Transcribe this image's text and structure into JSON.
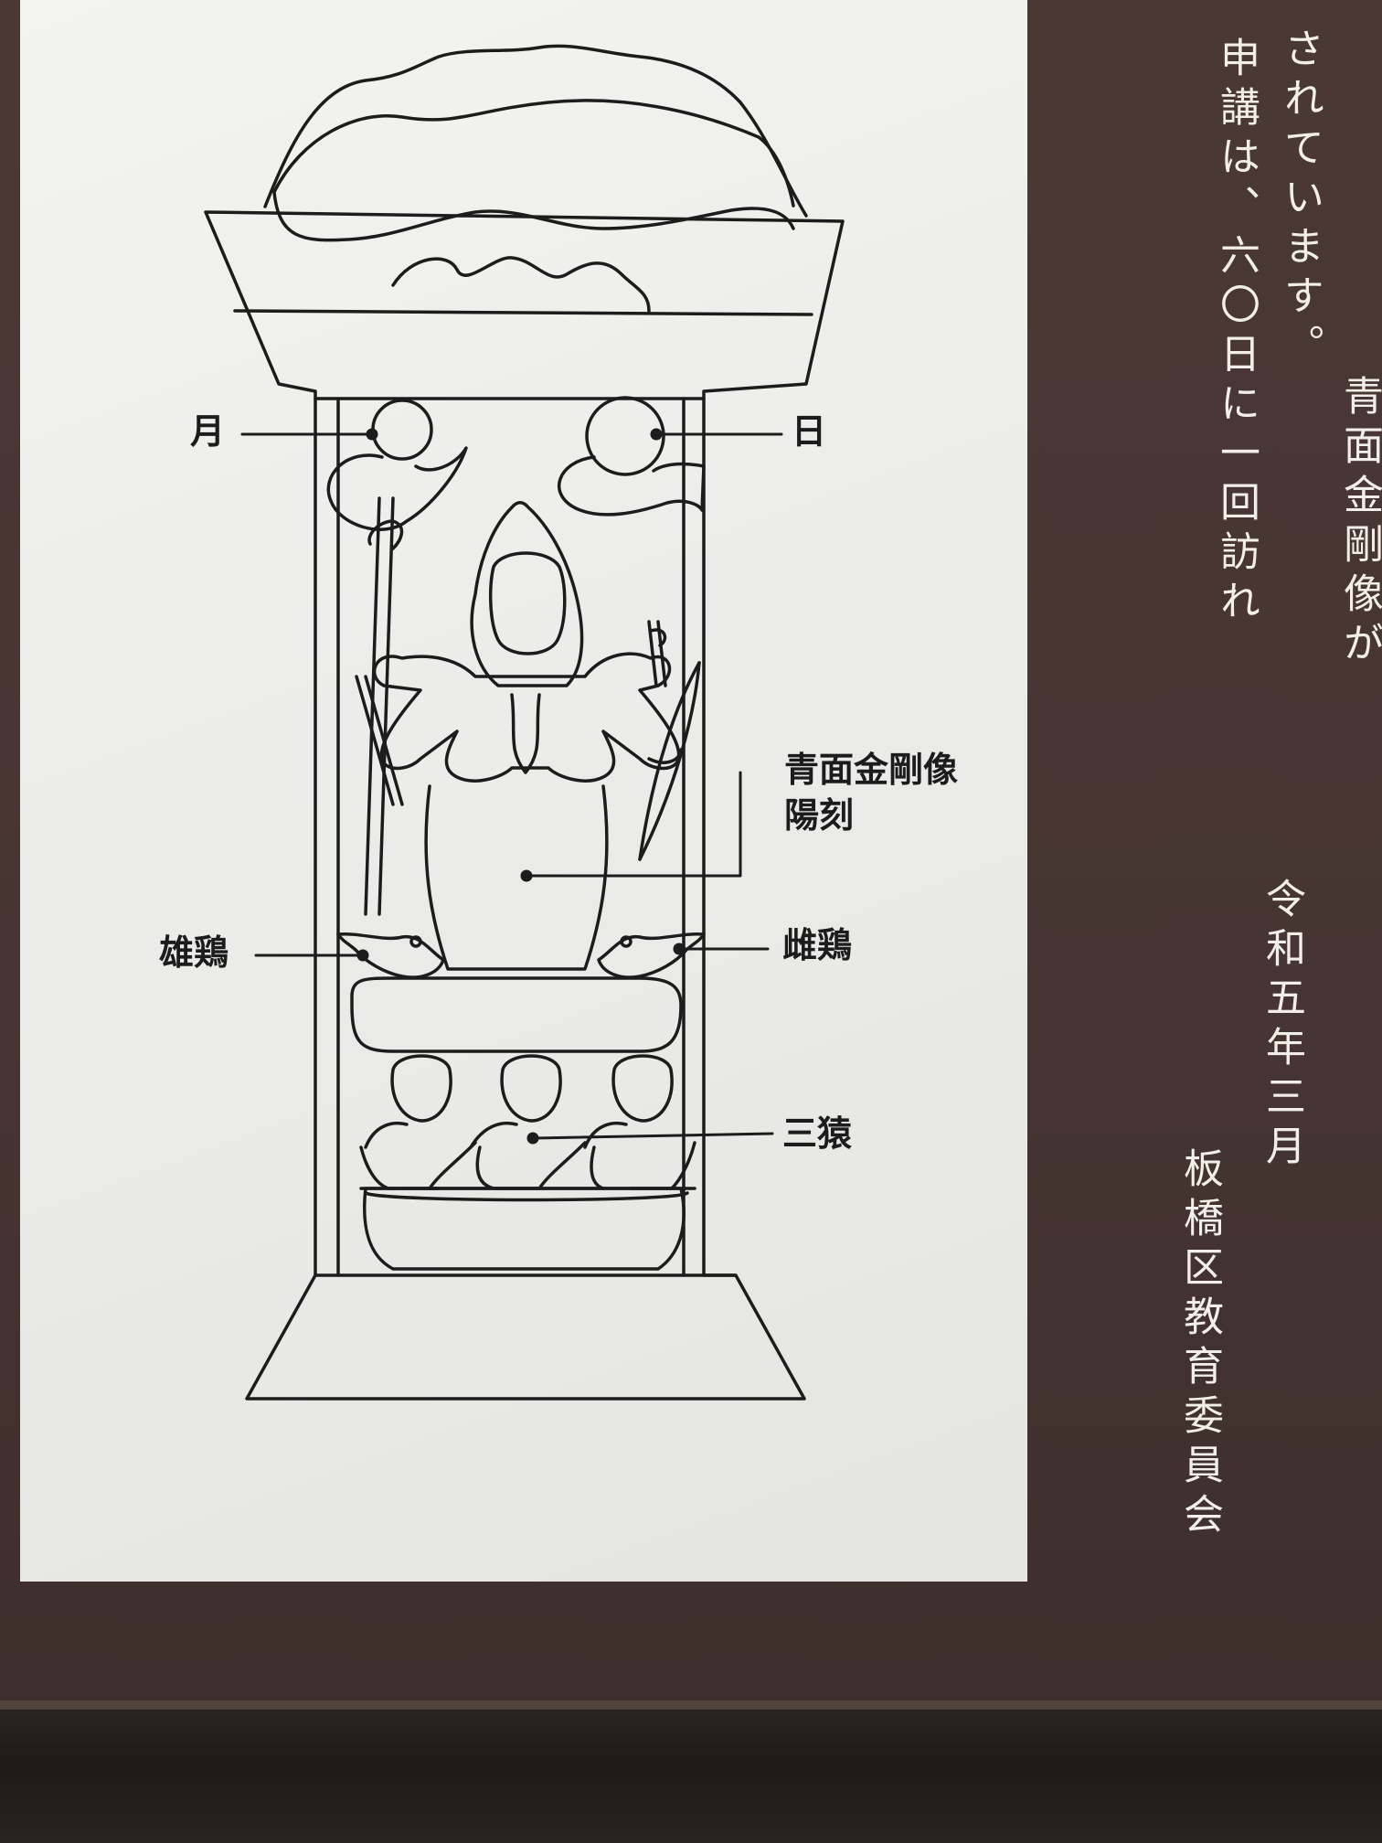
{
  "labels": {
    "moon": "月",
    "sun": "日",
    "deity": "青面金剛像",
    "deity_sub": "陽刻",
    "rooster": "雄鶏",
    "hen": "雌鶏",
    "monkeys": "三猿"
  },
  "text_columns": {
    "col1": "青面金剛像が",
    "col2": "されています。",
    "col3": "申講は、六〇日に一回訪れ"
  },
  "footer": {
    "date": "令和五年三月",
    "issuer": "板橋区教育委員会"
  },
  "colors": {
    "board": "#463532",
    "panel": "#ececea",
    "ink": "#1c1c1c",
    "board_text": "#f2efe9"
  }
}
